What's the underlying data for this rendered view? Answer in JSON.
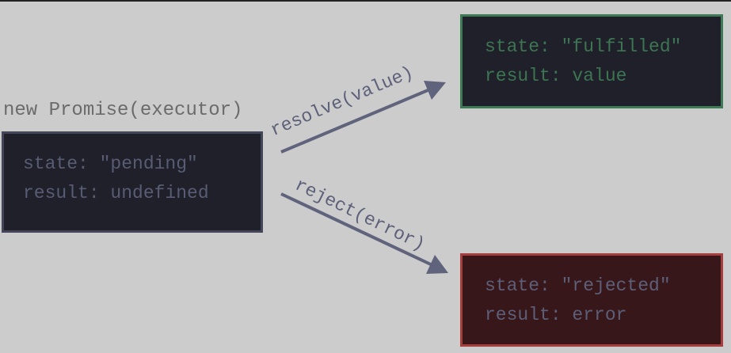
{
  "constructor_label": "new Promise(executor)",
  "pending": {
    "state": "state: \"pending\"",
    "result": "result: undefined"
  },
  "fulfilled": {
    "state": "state: \"fulfilled\"",
    "result": "result: value"
  },
  "rejected": {
    "state": "state: \"rejected\"",
    "result": "result: error"
  },
  "arrows": {
    "resolve": "resolve(value)",
    "reject": "reject(error)"
  },
  "colors": {
    "background": "#cccccc",
    "box": "#1f2029",
    "fulfilled": "#3f7a57",
    "rejected": "#a63e3e",
    "arrow": "#60637c"
  }
}
